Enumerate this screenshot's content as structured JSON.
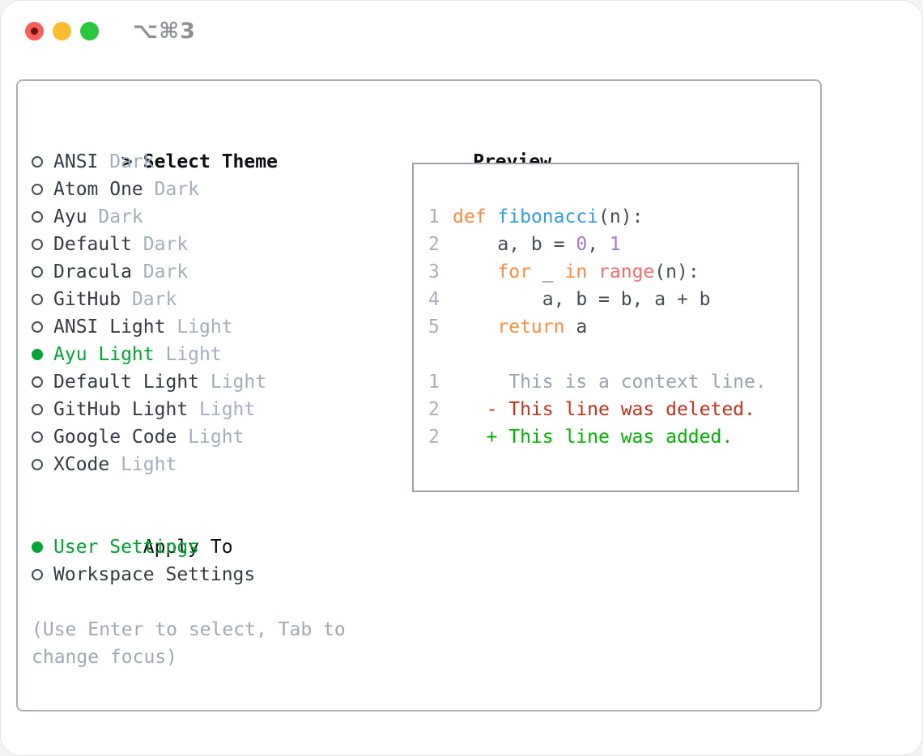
{
  "window": {
    "title": "⌥⌘3",
    "traffic_lights": [
      {
        "name": "close-button",
        "color": "#f95f57"
      },
      {
        "name": "minimize-button",
        "color": "#febb2e"
      },
      {
        "name": "zoom-button",
        "color": "#27c93f"
      }
    ]
  },
  "theme_selector": {
    "header_prefix": ">",
    "header": "Select Theme",
    "items": [
      {
        "name": "ANSI",
        "tag": "Dark",
        "selected": false
      },
      {
        "name": "Atom One",
        "tag": "Dark",
        "selected": false
      },
      {
        "name": "Ayu",
        "tag": "Dark",
        "selected": false
      },
      {
        "name": "Default",
        "tag": "Dark",
        "selected": false
      },
      {
        "name": "Dracula",
        "tag": "Dark",
        "selected": false
      },
      {
        "name": "GitHub",
        "tag": "Dark",
        "selected": false
      },
      {
        "name": "ANSI Light",
        "tag": "Light",
        "selected": false
      },
      {
        "name": "Ayu Light",
        "tag": "Light",
        "selected": true
      },
      {
        "name": "Default Light",
        "tag": "Light",
        "selected": false
      },
      {
        "name": "GitHub Light",
        "tag": "Light",
        "selected": false
      },
      {
        "name": "Google Code",
        "tag": "Light",
        "selected": false
      },
      {
        "name": "XCode",
        "tag": "Light",
        "selected": false
      }
    ]
  },
  "apply_to": {
    "header": "Apply To",
    "options": [
      {
        "label": "User Settings",
        "selected": true
      },
      {
        "label": "Workspace Settings",
        "selected": false
      }
    ]
  },
  "footer_hint": {
    "lines": [
      "(Use Enter to select, Tab to",
      "change focus)"
    ]
  },
  "preview": {
    "header": "Preview",
    "code_lines": [
      {
        "num": "1",
        "segments": [
          {
            "t": "def",
            "c": "kw"
          },
          {
            "t": " ",
            "c": "d"
          },
          {
            "t": "fibonacci",
            "c": "fn"
          },
          {
            "t": "(n):",
            "c": "d"
          }
        ]
      },
      {
        "num": "2",
        "segments": [
          {
            "t": "    a, b = ",
            "c": "d"
          },
          {
            "t": "0",
            "c": "const"
          },
          {
            "t": ", ",
            "c": "d"
          },
          {
            "t": "1",
            "c": "const"
          }
        ]
      },
      {
        "num": "3",
        "segments": [
          {
            "t": "    ",
            "c": "d"
          },
          {
            "t": "for",
            "c": "kw"
          },
          {
            "t": " _ ",
            "c": "d"
          },
          {
            "t": "in",
            "c": "kw"
          },
          {
            "t": " ",
            "c": "d"
          },
          {
            "t": "range",
            "c": "builtin"
          },
          {
            "t": "(n):",
            "c": "d"
          }
        ]
      },
      {
        "num": "4",
        "segments": [
          {
            "t": "        a, b = b, a + b",
            "c": "d"
          }
        ]
      },
      {
        "num": "5",
        "segments": [
          {
            "t": "    ",
            "c": "d"
          },
          {
            "t": "return",
            "c": "kw"
          },
          {
            "t": " a",
            "c": "d"
          }
        ]
      },
      {
        "num": "",
        "segments": []
      },
      {
        "num": "1",
        "segments": [
          {
            "t": "     This is a context line.",
            "c": "context"
          }
        ]
      },
      {
        "num": "2",
        "segments": [
          {
            "t": "   - This line was deleted.",
            "c": "deleted"
          }
        ]
      },
      {
        "num": "2",
        "segments": [
          {
            "t": "   + This line was added.",
            "c": "added"
          }
        ]
      }
    ]
  },
  "colors": {
    "accent_green": "#00a532",
    "diff_added": "#00b400",
    "diff_deleted": "#c9301b",
    "diff_context": "#9aa3b0",
    "code_keyword": "#fa8d3e",
    "code_function": "#2f9ee0",
    "code_constant": "#a37acc",
    "code_builtin": "#f0706f",
    "code_default": "#464d56",
    "linenum_gray": "#a6aebc",
    "tag_gray": "#a4adbd",
    "hint_gray": "#9fa8b4",
    "text_dark": "#343b44",
    "panel_border": "#a9b0b8",
    "preview_border": "#9aa1a9",
    "traffic_red": "#f95f57",
    "traffic_yellow": "#febb2e",
    "traffic_green": "#27c93f"
  }
}
